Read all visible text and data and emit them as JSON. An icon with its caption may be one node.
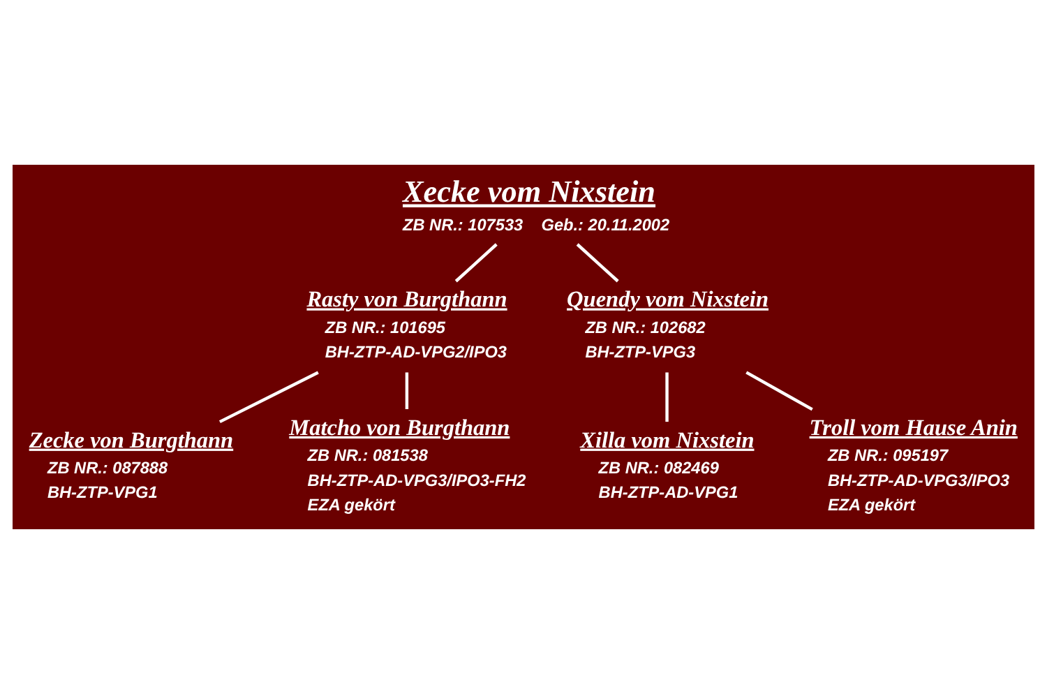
{
  "diagram": {
    "nodes": [
      {
        "text": [
          "Xecke vom Nixstein",
          "ZB NR.: 107533",
          "Geb.: 20.11.2002"
        ]
      },
      {
        "text": [
          "Rasty von Burgthann",
          "ZB NR.: 101695",
          "BH-ZTP-AD-VPG2/IPO3"
        ]
      },
      {
        "text": [
          "Quendy vom Nixstein",
          "ZB NR.: 102682",
          "BH-ZTP-VPG3"
        ]
      },
      {
        "text": [
          "Xilla vom Nixstein",
          "ZB NR.: 082469",
          "BH-ZTP-AD-VPG1"
        ]
      },
      {
        "text": [
          "Zecke von Burgthann",
          "ZB NR.: 087888",
          "BH-ZTP-VPG1"
        ]
      },
      {
        "text": [
          "Troll vom Hause Anin",
          "ZB NR.: 095197",
          "BH-ZTP-AD-VPG3/IPO3",
          "EZA gekört"
        ]
      },
      {
        "text": [
          "Matcho von Burgthann",
          "ZB NR.: 081538",
          "BH-ZTP-AD-VPG3/IPO3-FH2",
          "EZA gekört"
        ]
      }
    ],
    "edges": [
      {
        "from": 0,
        "to": 1,
        "arrow": "none"
      },
      {
        "from": 0,
        "to": 2,
        "arrow": "none"
      },
      {
        "from": 1,
        "to": 4,
        "arrow": "none"
      },
      {
        "from": 1,
        "to": 6,
        "arrow": "none"
      },
      {
        "from": 2,
        "to": 3,
        "arrow": "none"
      },
      {
        "from": 2,
        "to": 5,
        "arrow": "none"
      }
    ]
  }
}
